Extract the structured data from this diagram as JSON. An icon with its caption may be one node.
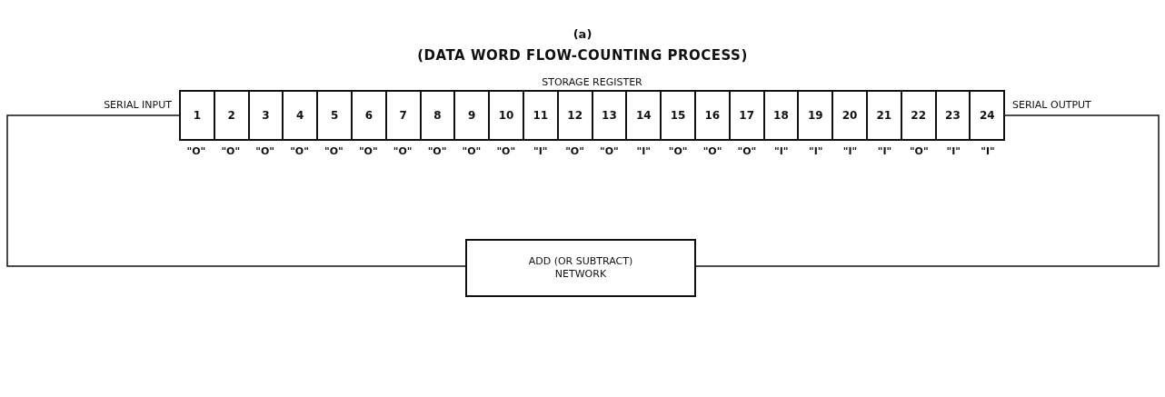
{
  "diagram": {
    "title": "(DATA WORD FLOW-COUNTING PROCESS)",
    "nodes": [
      {
        "text": [
          "STORAGE REGISTER"
        ]
      },
      {
        "text": [
          "1"
        ],
        "in": 0
      },
      {
        "text": [
          "2"
        ],
        "in": 0
      },
      {
        "text": [
          "3"
        ],
        "in": 0
      },
      {
        "text": [
          "4"
        ],
        "in": 0
      },
      {
        "text": [
          "5"
        ],
        "in": 0
      },
      {
        "text": [
          "6"
        ],
        "in": 0
      },
      {
        "text": [
          "7"
        ],
        "in": 0
      },
      {
        "text": [
          "8"
        ],
        "in": 0
      },
      {
        "text": [
          "9"
        ],
        "in": 0
      },
      {
        "text": [
          "10"
        ],
        "in": 0
      },
      {
        "text": [
          "11"
        ],
        "in": 0
      },
      {
        "text": [
          "12"
        ],
        "in": 0
      },
      {
        "text": [
          "13"
        ],
        "in": 0
      },
      {
        "text": [
          "14"
        ],
        "in": 0
      },
      {
        "text": [
          "15"
        ],
        "in": 0
      },
      {
        "text": [
          "16"
        ],
        "in": 0
      },
      {
        "text": [
          "17"
        ],
        "in": 0
      },
      {
        "text": [
          "18"
        ],
        "in": 0
      },
      {
        "text": [
          "19"
        ],
        "in": 0
      },
      {
        "text": [
          "20"
        ],
        "in": 0
      },
      {
        "text": [
          "21"
        ],
        "in": 0
      },
      {
        "text": [
          "22"
        ],
        "in": 0
      },
      {
        "text": [
          "23"
        ],
        "in": 0
      },
      {
        "text": [
          "24"
        ],
        "in": 0
      },
      {
        "text": [
          "ADD (OR SUBTRACT) NETWORK"
        ]
      }
    ],
    "edges": [
      {
        "from": 0,
        "to": 25,
        "arrow": "none",
        "label": "SERIAL OUTPUT"
      },
      {
        "from": 25,
        "to": 0,
        "arrow": "none",
        "label": "SERIAL INPUT"
      }
    ],
    "labels": [
      "(a)",
      "\"O\"",
      "\"O\"",
      "\"O\"",
      "\"O\"",
      "\"O\"",
      "\"O\"",
      "\"O\"",
      "\"O\"",
      "\"O\"",
      "\"O\"",
      "\"I\"",
      "\"O\"",
      "\"O\"",
      "\"I\"",
      "\"O\"",
      "\"O\"",
      "\"O\"",
      "\"I\"",
      "\"I\"",
      "\"I\"",
      "\"I\"",
      "\"O\"",
      "\"I\"",
      "\"I\""
    ]
  }
}
